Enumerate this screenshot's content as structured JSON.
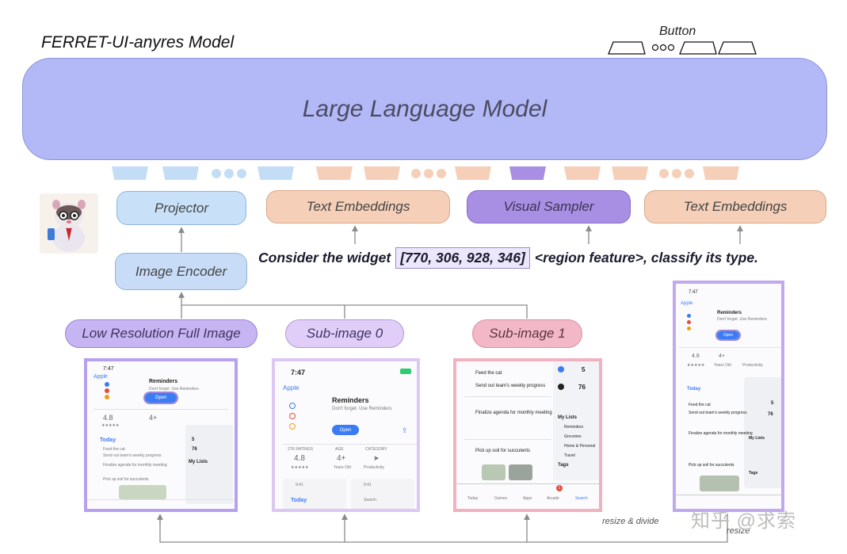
{
  "title": "FERRET-UI-anyres Model",
  "llm_label": "Large Language Model",
  "button_label": "Button",
  "boxes": {
    "projector": "Projector",
    "text_embeddings_1": "Text Embeddings",
    "visual_sampler": "Visual Sampler",
    "text_embeddings_2": "Text Embeddings",
    "image_encoder": "Image Encoder",
    "low_res": "Low Resolution Full Image",
    "sub_image_0": "Sub-image 0",
    "sub_image_1": "Sub-image 1"
  },
  "prompt": {
    "before": "Consider the widget",
    "coords": "[770, 306, 928, 346]",
    "after": "<region feature>, classify its type."
  },
  "flow_labels": {
    "resize_divide": "resize & divide",
    "resize": "resize"
  },
  "screens": {
    "time": "7:47",
    "back": "Apple",
    "app_name": "Reminders",
    "app_sub": "Don't forget. Use Reminders",
    "open": "Open",
    "ratings": "27K RATINGS",
    "rating_value": "4.8",
    "stars": "★★★★★",
    "age_label": "AGE",
    "age_value": "4+",
    "age_sub": "Years Old",
    "category_label": "CATEGORY",
    "category_value": "Productivity",
    "today": "Today",
    "my_lists": "My Lists",
    "lists": [
      "Reminders",
      "Groceries",
      "Home & Personal",
      "Travel"
    ],
    "tags": "Tags",
    "counts": [
      "5",
      "76"
    ],
    "tasks": [
      "Feed the cat",
      "Send out team's weekly progress",
      "Finalize agenda for monthly meeting",
      "Pick up soil for succulents"
    ],
    "tabs": [
      "Today",
      "Games",
      "Apps",
      "Arcade",
      "Search"
    ],
    "tab_badge": "1",
    "search": "Search",
    "time2": "9:41"
  },
  "watermark": "知乎 @求索",
  "colors": {
    "llm": "#b3b9f6",
    "blue": "#c8e1f8",
    "orange": "#f6cfb8",
    "purple": "#a98fe4",
    "pink": "#f3b8c8"
  }
}
